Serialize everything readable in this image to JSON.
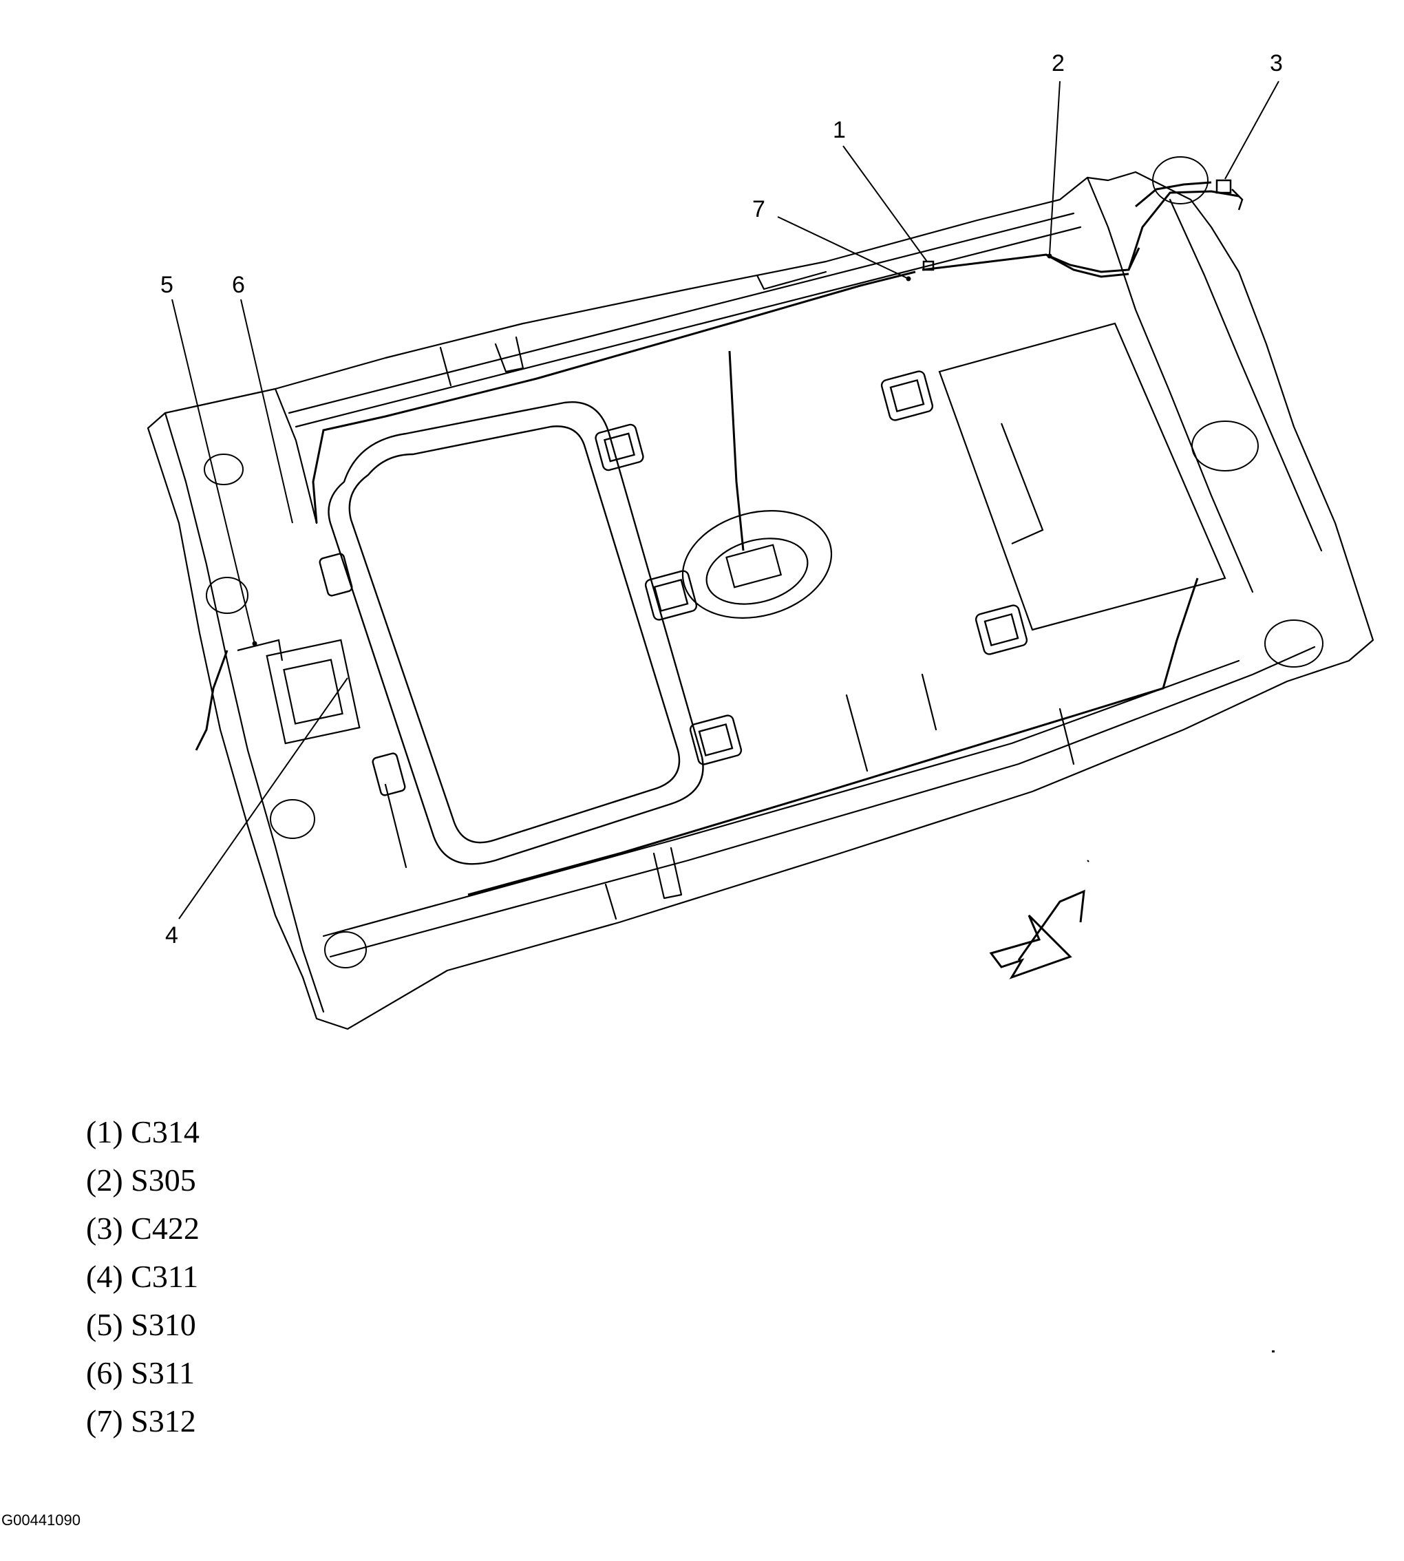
{
  "callouts": [
    "1",
    "2",
    "3",
    "4",
    "5",
    "6",
    "7"
  ],
  "legend": [
    "(1) C314",
    "(2) S305",
    "(3) C422",
    "(4) C311",
    "(5) S310",
    "(6) S311",
    "(7) S312"
  ],
  "figure_id": "G00441090",
  "icons": [
    "front-direction-arrow-icon"
  ],
  "colors": {
    "line": "#000000",
    "background": "#ffffff"
  }
}
